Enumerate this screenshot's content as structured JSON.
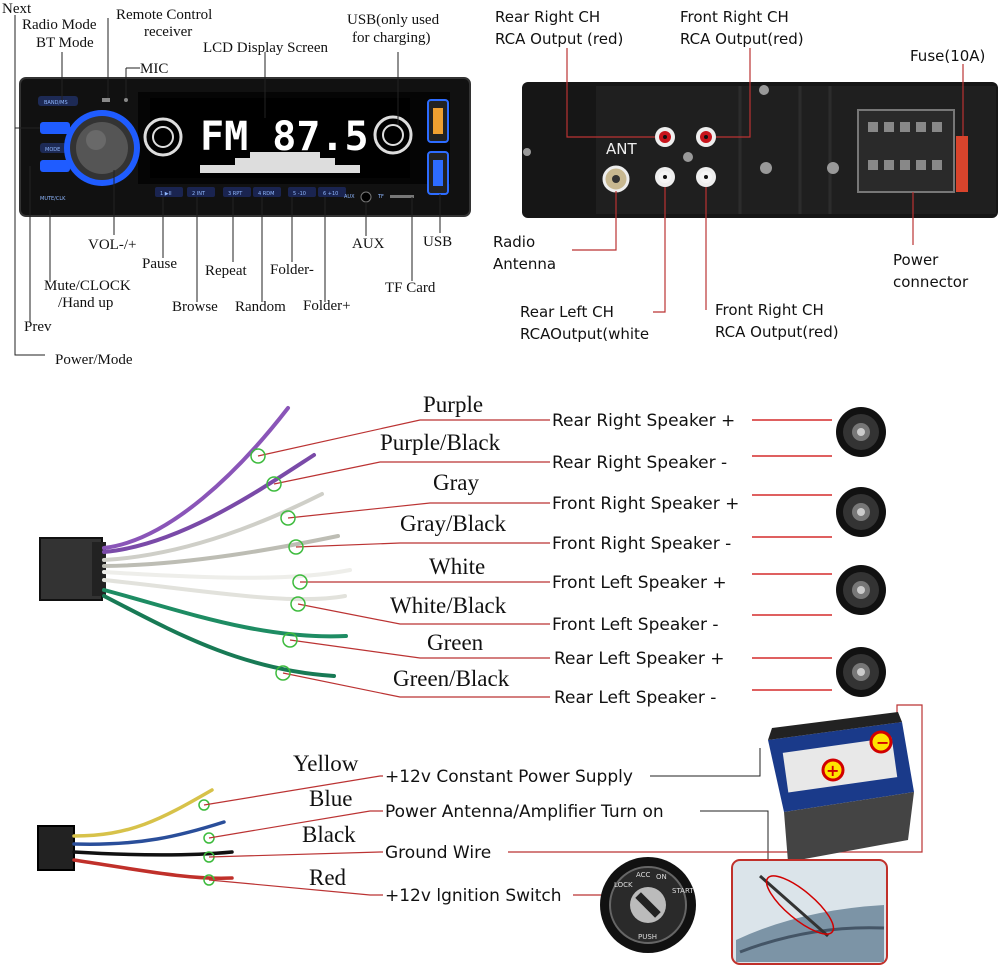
{
  "head_unit": {
    "display_text": "FM 87.5",
    "labels": {
      "next": "Next",
      "radio_mode": "Radio Mode",
      "bt_mode": "BT Mode",
      "remote_control_line1": "Remote Control",
      "remote_control_line2": "receiver",
      "lcd": "LCD Display Screen",
      "usb_charging_line1": "USB(only used",
      "usb_charging_line2": "for charging)",
      "mic": "MIC",
      "vol": "VOL-/+",
      "pause": "Pause",
      "repeat": "Repeat",
      "folder_minus": "Folder-",
      "aux": "AUX",
      "usb": "USB",
      "mute_line1": "Mute/CLOCK",
      "mute_line2": "/Hand up",
      "browse": "Browse",
      "random": "Random",
      "folder_plus": "Folder+",
      "tf_card": "TF Card",
      "prev": "Prev",
      "power_mode": "Power/Mode"
    },
    "panel_text": {
      "band": "BAND/MS",
      "mode": "MODE",
      "mute": "MUTE/CLK",
      "buttons": [
        "1 ▶II",
        "2 INT",
        "3 RPT",
        "4 RDM",
        "5 -10",
        "6 +10"
      ],
      "aux": "AUX",
      "tf": "TF"
    }
  },
  "rear_panel": {
    "ant_text": "ANT",
    "labels": {
      "rear_right_line1": "Rear Right CH",
      "rear_right_line2": "RCA Output (red)",
      "front_right_top_line1": "Front Right CH",
      "front_right_top_line2": "RCA Output(red)",
      "fuse": "Fuse(10A)",
      "radio_antenna_line1": "Radio",
      "radio_antenna_line2": "Antenna",
      "power_connector_line1": "Power",
      "power_connector_line2": "connector",
      "rear_left_line1": "Rear Left CH",
      "rear_left_line2": "RCAOutput(white",
      "front_right_bottom_line1": "Front Right CH",
      "front_right_bottom_line2": "RCA Output(red)"
    }
  },
  "speaker_wires": [
    {
      "color_name": "Purple",
      "function": "Rear Right Speaker +",
      "hex": "#8a55b8"
    },
    {
      "color_name": "Purple/Black",
      "function": "Rear Right Speaker -",
      "hex": "#7a4aa8"
    },
    {
      "color_name": "Gray",
      "function": "Front Right Speaker +",
      "hex": "#cfcfc8"
    },
    {
      "color_name": "Gray/Black",
      "function": "Front Right Speaker -",
      "hex": "#bdbdb4"
    },
    {
      "color_name": "White",
      "function": "Front Left Speaker +",
      "hex": "#eeeeea"
    },
    {
      "color_name": "White/Black",
      "function": "Front Left Speaker -",
      "hex": "#e2e2dc"
    },
    {
      "color_name": "Green",
      "function": "Rear Left Speaker +",
      "hex": "#1e8c63"
    },
    {
      "color_name": "Green/Black",
      "function": "Rear Left Speaker -",
      "hex": "#187a55"
    }
  ],
  "power_wires": [
    {
      "color_name": "Yellow",
      "function": "+12v Constant Power Supply",
      "hex": "#d7c24a"
    },
    {
      "color_name": "Blue",
      "function": "Power Antenna/Amplifier Turn on",
      "hex": "#2a4e9a"
    },
    {
      "color_name": "Black",
      "function": "Ground Wire",
      "hex": "#111111"
    },
    {
      "color_name": "Red",
      "function": "+12v lgnition Switch",
      "hex": "#c0302a"
    }
  ],
  "ignition": {
    "lock": "LOCK",
    "acc": "ACC",
    "on": "ON",
    "start": "START",
    "push": "PUSH"
  },
  "colors": {
    "leader": "#b33333",
    "accent_blue": "#2d6cff",
    "usb_orange": "#f0a030"
  }
}
